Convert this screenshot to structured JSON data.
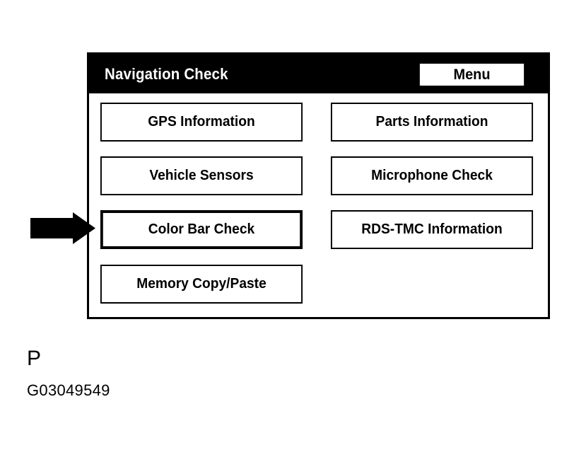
{
  "screen": {
    "title": "Navigation Check",
    "menu_button_label": "Menu",
    "background_color": "#ffffff",
    "titlebar_color": "#000000",
    "border_color": "#000000"
  },
  "buttons": {
    "left_column": [
      {
        "label": "GPS Information",
        "selected": false
      },
      {
        "label": "Vehicle Sensors",
        "selected": false
      },
      {
        "label": "Color Bar Check",
        "selected": true
      },
      {
        "label": "Memory Copy/Paste",
        "selected": false
      }
    ],
    "right_column": [
      {
        "label": "Parts Information",
        "selected": false
      },
      {
        "label": "Microphone Check",
        "selected": false
      },
      {
        "label": "RDS-TMC Information",
        "selected": false
      }
    ]
  },
  "annotation": {
    "arrow_icon": "right-arrow-icon",
    "arrow_target": "Color Bar Check",
    "arrow_color": "#000000"
  },
  "caption": {
    "label": "P",
    "figure_id": "G03049549"
  }
}
